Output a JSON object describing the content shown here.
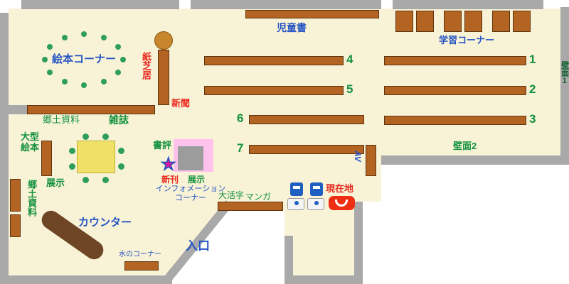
{
  "map": {
    "labels": {
      "ehon_corner": "絵本コーナー",
      "kamishibai": "紙芝居",
      "shinbun": "新聞",
      "kyodo_shiryo_top": "郷土資料",
      "zasshi": "雑誌",
      "ogata_ehon": "大型絵本",
      "tenji_left": "展示",
      "kyodo_shiryo_left": "郷土資料",
      "counter": "カウンター",
      "mizu_corner": "水のコーナー",
      "entrance": "入口",
      "shohyo": "書評",
      "shinkan": "新刊",
      "tenji_center": "展示",
      "info_line1": "インフォメーション",
      "info_line2": "コーナー",
      "daikatsuji": "大活字",
      "manga": "マンガ",
      "genzaichi": "現在地",
      "jidosho": "児童書",
      "gakushu_corner": "学習コーナー",
      "hekimen1": "壁面1",
      "hekimen2": "壁面2",
      "av": "AV"
    },
    "shelf_numbers": {
      "n1": "1",
      "n2": "2",
      "n3": "3",
      "n4": "4",
      "n5": "5",
      "n6": "6",
      "n7": "7"
    },
    "colors": {
      "floor": "#f8f3d6",
      "wall": "#a9a9a9",
      "shelf": "#b36322",
      "label_blue": "#2353c4",
      "label_green": "#13913f",
      "label_red": "#e8281e"
    }
  }
}
